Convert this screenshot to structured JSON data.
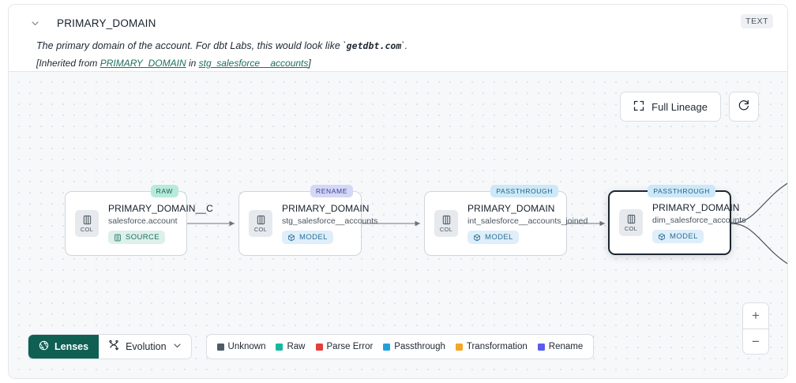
{
  "header": {
    "chevron_icon": "chevron-down-icon",
    "column_name": "PRIMARY_DOMAIN",
    "type_badge": "TEXT",
    "description_prefix": "The primary domain of the account. For dbt Labs, this would look like `",
    "description_code": "getdbt.com",
    "description_suffix": "`.",
    "inherited_prefix": "[Inherited from ",
    "inherited_link_1": "PRIMARY_DOMAIN",
    "inherited_middle": " in ",
    "inherited_link_2": "stg_salesforce__accounts",
    "inherited_suffix": "]"
  },
  "canvas": {
    "full_lineage_label": "Full Lineage",
    "full_lineage_icon": "expand-corners-icon",
    "refresh_icon": "refresh-icon",
    "zoom_in_label": "+",
    "zoom_out_label": "−"
  },
  "graph": {
    "nodes": [
      {
        "tag": "RAW",
        "tag_class": "tag-raw",
        "col_label": "COL",
        "title": "PRIMARY_DOMAIN__C",
        "subtitle": "salesforce.account",
        "kind": "SOURCE",
        "kind_class": "kind-source",
        "kind_icon": "database-icon",
        "selected": false
      },
      {
        "tag": "RENAME",
        "tag_class": "tag-rename",
        "col_label": "COL",
        "title": "PRIMARY_DOMAIN",
        "subtitle": "stg_salesforce__accounts",
        "kind": "MODEL",
        "kind_class": "kind-model",
        "kind_icon": "cube-icon",
        "selected": false
      },
      {
        "tag": "PASSTHROUGH",
        "tag_class": "tag-passthrough",
        "col_label": "COL",
        "title": "PRIMARY_DOMAIN",
        "subtitle": "int_salesforce__accounts_joined",
        "kind": "MODEL",
        "kind_class": "kind-model",
        "kind_icon": "cube-icon",
        "selected": false
      },
      {
        "tag": "PASSTHROUGH",
        "tag_class": "tag-passthrough",
        "col_label": "COL",
        "title": "PRIMARY_DOMAIN",
        "subtitle": "dim_salesforce_accounts",
        "kind": "MODEL",
        "kind_class": "kind-model",
        "kind_icon": "cube-icon",
        "selected": true
      }
    ]
  },
  "toolbar": {
    "lenses_label": "Lenses",
    "lenses_icon": "aperture-icon",
    "evolution_label": "Evolution",
    "evolution_icon": "evolution-icon",
    "evolution_chevron_icon": "chevron-down-icon",
    "legend": [
      {
        "label": "Unknown",
        "color": "#4f5b66"
      },
      {
        "label": "Raw",
        "color": "#14b8a0"
      },
      {
        "label": "Parse Error",
        "color": "#e53e3e"
      },
      {
        "label": "Passthrough",
        "color": "#22a0dd"
      },
      {
        "label": "Transformation",
        "color": "#f5a623"
      },
      {
        "label": "Rename",
        "color": "#5b5bef"
      }
    ]
  }
}
